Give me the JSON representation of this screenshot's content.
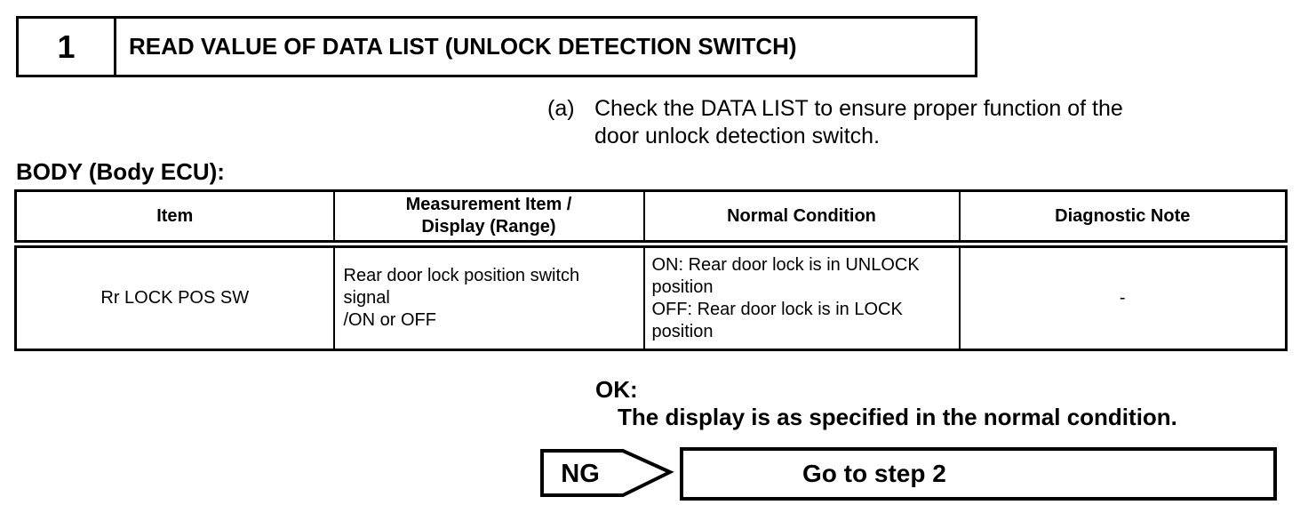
{
  "step": {
    "number": "1",
    "title": "READ VALUE OF DATA LIST (UNLOCK DETECTION SWITCH)"
  },
  "instruction": {
    "label": "(a)",
    "text": "Check the DATA LIST to ensure proper function of the\ndoor unlock detection switch."
  },
  "table": {
    "caption": "BODY (Body ECU):",
    "columns": [
      "Item",
      "Measurement Item /\nDisplay (Range)",
      "Normal Condition",
      "Diagnostic Note"
    ],
    "rows": [
      [
        "Rr LOCK POS SW",
        "Rear door lock position switch\nsignal\n/ON or OFF",
        "ON: Rear door lock is in UNLOCK\nposition\nOFF: Rear door lock is in LOCK\nposition",
        "-"
      ]
    ]
  },
  "result": {
    "ok_label": "OK:",
    "ok_text": "The display is as specified in the normal condition."
  },
  "action": {
    "ng_label": "NG",
    "goto_label": "Go to step 2"
  }
}
